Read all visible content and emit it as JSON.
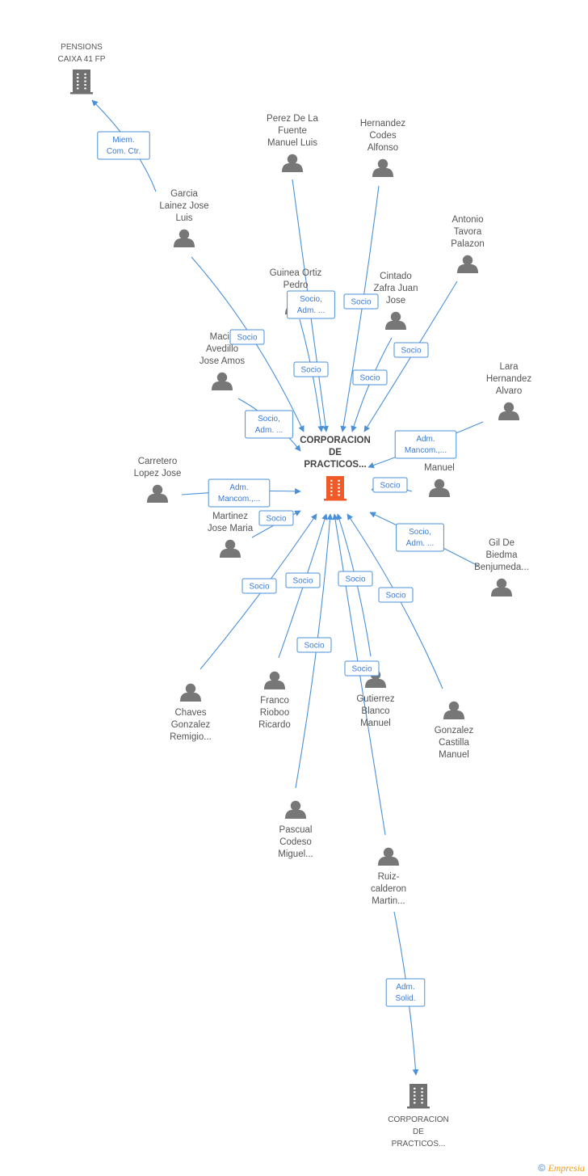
{
  "colors": {
    "edge": "#4a90d9",
    "hub_icon": "#f05a28",
    "company_icon": "#707070",
    "person_icon": "#777777"
  },
  "footer": {
    "copyright": "©",
    "brand": "Empresia"
  },
  "nodes": [
    {
      "id": "hub",
      "kind": "hub",
      "lines": [
        "CORPORACION",
        "DE",
        "PRACTICOS..."
      ]
    },
    {
      "id": "pensions",
      "kind": "company",
      "lines": [
        "PENSIONS",
        "CAIXA 41 FP"
      ]
    },
    {
      "id": "corp2",
      "kind": "company",
      "lines": [
        "CORPORACION",
        "DE",
        "PRACTICOS..."
      ]
    },
    {
      "id": "perez",
      "kind": "person",
      "lines": [
        "Perez De La",
        "Fuente",
        "Manuel Luis"
      ]
    },
    {
      "id": "hernandez",
      "kind": "person",
      "lines": [
        "Hernandez",
        "Codes",
        "Alfonso"
      ]
    },
    {
      "id": "garcia",
      "kind": "person",
      "lines": [
        "Garcia",
        "Lainez Jose",
        "Luis"
      ]
    },
    {
      "id": "tavora",
      "kind": "person",
      "lines": [
        "Antonio",
        "Tavora",
        "Palazon"
      ]
    },
    {
      "id": "guinea",
      "kind": "person",
      "lines": [
        "Guinea Ortiz",
        "Pedro"
      ]
    },
    {
      "id": "cintado",
      "kind": "person",
      "lines": [
        "Cintado",
        "Zafra Juan",
        "Jose"
      ]
    },
    {
      "id": "macia",
      "kind": "person",
      "lines": [
        "Macia",
        "Avedillo",
        "Jose Amos"
      ]
    },
    {
      "id": "lara",
      "kind": "person",
      "lines": [
        "Lara",
        "Hernandez",
        "Alvaro"
      ]
    },
    {
      "id": "carretero",
      "kind": "person",
      "lines": [
        "Carretero",
        "Lopez Jose"
      ]
    },
    {
      "id": "barro",
      "kind": "person",
      "lines": [
        "...ro",
        "Manuel"
      ]
    },
    {
      "id": "martinez",
      "kind": "person",
      "lines": [
        "Martinez",
        "Jose Maria"
      ]
    },
    {
      "id": "gil",
      "kind": "person",
      "lines": [
        "Gil De",
        "Biedma",
        "Benjumeda..."
      ]
    },
    {
      "id": "chaves",
      "kind": "person",
      "lines": [
        "Chaves",
        "Gonzalez",
        "Remigio..."
      ]
    },
    {
      "id": "franco",
      "kind": "person",
      "lines": [
        "Franco",
        "Rioboo",
        "Ricardo"
      ]
    },
    {
      "id": "gutierrez",
      "kind": "person",
      "lines": [
        "Gutierrez",
        "Blanco",
        "Manuel"
      ]
    },
    {
      "id": "gonzalez",
      "kind": "person",
      "lines": [
        "Gonzalez",
        "Castilla",
        "Manuel"
      ]
    },
    {
      "id": "pascual",
      "kind": "person",
      "lines": [
        "Pascual",
        "Codeso",
        "Miguel..."
      ]
    },
    {
      "id": "ruiz",
      "kind": "person",
      "lines": [
        "Ruiz-",
        "calderon",
        "Martin..."
      ]
    }
  ],
  "edges": [
    {
      "from": "garcia",
      "to": "pensions",
      "lines": [
        "Miem.",
        "Com. Ctr."
      ]
    },
    {
      "from": "perez",
      "to": "hub",
      "lines": [
        "Socio,",
        "Adm. ..."
      ]
    },
    {
      "from": "hernandez",
      "to": "hub",
      "lines": [
        "Socio"
      ]
    },
    {
      "from": "garcia",
      "to": "hub",
      "lines": [
        "Socio"
      ]
    },
    {
      "from": "guinea",
      "to": "hub",
      "lines": [
        "Socio"
      ]
    },
    {
      "from": "cintado",
      "to": "hub",
      "lines": [
        "Socio"
      ]
    },
    {
      "from": "tavora",
      "to": "hub",
      "lines": [
        "Socio"
      ]
    },
    {
      "from": "macia",
      "to": "hub",
      "lines": [
        "Socio,",
        "Adm. ..."
      ]
    },
    {
      "from": "lara",
      "to": "hub",
      "lines": [
        "Adm.",
        "Mancom.,..."
      ]
    },
    {
      "from": "carretero",
      "to": "hub",
      "lines": [
        "Adm.",
        "Mancom.,..."
      ]
    },
    {
      "from": "barro",
      "to": "hub",
      "lines": [
        "Socio"
      ]
    },
    {
      "from": "martinez",
      "to": "hub",
      "lines": [
        "Socio"
      ]
    },
    {
      "from": "gil",
      "to": "hub",
      "lines": [
        "Socio,",
        "Adm. ..."
      ]
    },
    {
      "from": "chaves",
      "to": "hub",
      "lines": [
        "Socio"
      ]
    },
    {
      "from": "franco",
      "to": "hub",
      "lines": [
        "Socio"
      ]
    },
    {
      "from": "pascual",
      "to": "hub",
      "lines": [
        "Socio"
      ]
    },
    {
      "from": "gutierrez",
      "to": "hub",
      "lines": [
        "Socio"
      ]
    },
    {
      "from": "ruiz",
      "to": "hub",
      "lines": [
        "Socio"
      ]
    },
    {
      "from": "gonzalez",
      "to": "hub",
      "lines": [
        "Socio"
      ]
    },
    {
      "from": "ruiz",
      "to": "corp2",
      "lines": [
        "Adm.",
        "Solid."
      ]
    }
  ]
}
